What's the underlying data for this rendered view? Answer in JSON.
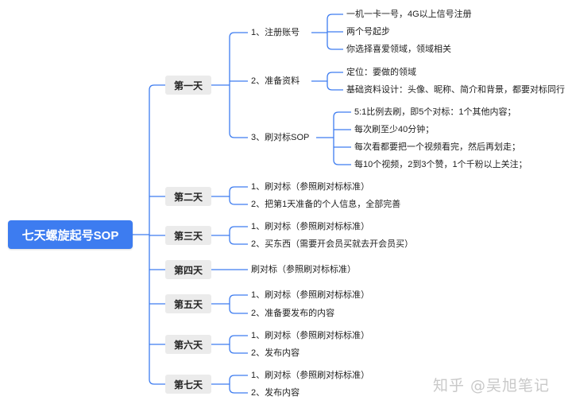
{
  "root": "七天螺旋起号SOP",
  "days": [
    {
      "label": "第一天",
      "items": [
        {
          "text": "1、注册账号",
          "children": [
            "一机一卡一号，4G以上信号注册",
            "两个号起步",
            "你选择喜爱领域，领域相关"
          ]
        },
        {
          "text": "2、准备资料",
          "children": [
            "定位：要做的领域",
            "基础资料设计：头像、昵称、简介和背景，都要对标同行"
          ]
        },
        {
          "text": "3、刷对标SOP",
          "children": [
            "5:1比例去刷，即5个对标：1个其他内容；",
            "每次刷至少40分钟；",
            "每次看都要把一个视频看完，然后再划走；",
            "每10个视频，2到3个赞，1个千粉以上关注；"
          ]
        }
      ]
    },
    {
      "label": "第二天",
      "items": [
        {
          "text": "1、刷对标（参照刷对标标准）"
        },
        {
          "text": "2、把第1天准备的个人信息，全部完善"
        }
      ]
    },
    {
      "label": "第三天",
      "items": [
        {
          "text": "1、刷对标（参照刷对标标准）"
        },
        {
          "text": "2、买东西（需要开会员买就去开会员买）"
        }
      ]
    },
    {
      "label": "第四天",
      "items": [
        {
          "text": "刷对标（参照刷对标标准）"
        }
      ]
    },
    {
      "label": "第五天",
      "items": [
        {
          "text": "1、刷对标（参照刷对标标准）"
        },
        {
          "text": "2、准备要发布的内容"
        }
      ]
    },
    {
      "label": "第六天",
      "items": [
        {
          "text": "1、刷对标（参照刷对标标准）"
        },
        {
          "text": "2、发布内容"
        }
      ]
    },
    {
      "label": "第七天",
      "items": [
        {
          "text": "1、刷对标（参照刷对标标准）"
        },
        {
          "text": "2、发布内容"
        }
      ]
    }
  ],
  "watermark": "知乎 @吴旭笔记",
  "colors": {
    "root_bg": "#3d7cf0",
    "line": "#3d7cf0",
    "day_bg": "#ebebeb"
  }
}
